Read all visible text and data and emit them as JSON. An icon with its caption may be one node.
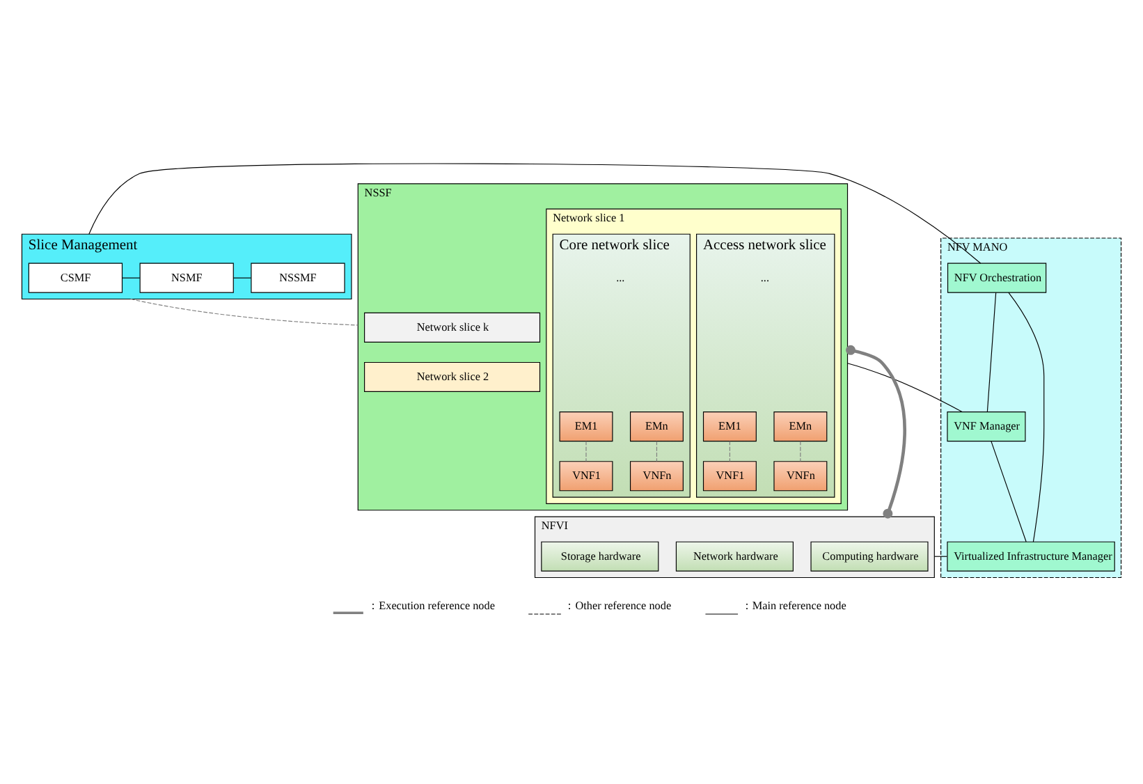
{
  "diagram": {
    "nodes": [
      {
        "text": [
          "Slice Management"
        ]
      },
      {
        "text": [
          "CSMF"
        ],
        "in": 0
      },
      {
        "text": [
          "NSMF"
        ],
        "in": 0
      },
      {
        "text": [
          "NSSMF"
        ],
        "in": 0
      },
      {
        "text": [
          "NFV MANO"
        ]
      },
      {
        "text": [
          "NFV Orchestration"
        ],
        "in": 4
      },
      {
        "text": [
          "VNF Manager"
        ],
        "in": 4
      },
      {
        "text": [
          "Virtualized Infrastructure Manager"
        ],
        "in": 4
      },
      {
        "text": [
          "NSSF"
        ]
      },
      {
        "text": [
          "Network slice k"
        ],
        "in": 8
      },
      {
        "text": [
          "Network slice 2"
        ],
        "in": 8
      },
      {
        "text": [
          "Network slice 1"
        ],
        "in": 8
      },
      {
        "text": [
          "Access network slice"
        ],
        "in": 11
      },
      {
        "text": [
          "EM1"
        ],
        "in": 12
      },
      {
        "text": [
          "EMn"
        ],
        "in": 12
      },
      {
        "text": [
          "VNF1"
        ],
        "in": 12
      },
      {
        "text": [
          "VNFn"
        ],
        "in": 12
      },
      {
        "text": [
          "Core network slice"
        ],
        "in": 11
      },
      {
        "text": [
          "EM1"
        ],
        "in": 17
      },
      {
        "text": [
          "EMn"
        ],
        "in": 17
      },
      {
        "text": [
          "VNF1"
        ],
        "in": 17
      },
      {
        "text": [
          "VNFn"
        ],
        "in": 17
      },
      {
        "text": [
          "NFVI"
        ]
      },
      {
        "text": [
          "Computing hardware"
        ],
        "in": 22
      },
      {
        "text": [
          "Storage hardware"
        ],
        "in": 22
      },
      {
        "text": [
          "Network hardware"
        ],
        "in": 22
      }
    ],
    "edges": [
      {
        "from": 1,
        "to": 2,
        "arrow": "none"
      },
      {
        "from": 2,
        "to": 3,
        "arrow": "none"
      },
      {
        "from": 0,
        "to": 5,
        "arrow": "none"
      },
      {
        "from": 0,
        "to": 8,
        "arrow": "none",
        "style": "dashed",
        "color": "#808080"
      },
      {
        "from": 8,
        "to": 6,
        "arrow": "none"
      },
      {
        "from": 8,
        "to": 22,
        "arrow": "other",
        "style": "thick",
        "color": "#808080"
      },
      {
        "from": 22,
        "to": 7,
        "arrow": "none"
      },
      {
        "from": 5,
        "to": 6,
        "arrow": "none"
      },
      {
        "from": 6,
        "to": 7,
        "arrow": "none"
      },
      {
        "from": 5,
        "to": 7,
        "arrow": "none"
      },
      {
        "from": 13,
        "to": 15,
        "arrow": "none",
        "style": "dashed",
        "color": "#808080"
      },
      {
        "from": 14,
        "to": 16,
        "arrow": "none",
        "style": "dashed",
        "color": "#808080"
      },
      {
        "from": 18,
        "to": 20,
        "arrow": "none",
        "style": "dashed",
        "color": "#808080"
      },
      {
        "from": 19,
        "to": 21,
        "arrow": "none",
        "style": "dashed",
        "color": "#808080"
      }
    ],
    "labels": [
      "...",
      "..."
    ],
    "legend": [
      {
        "text": "：Execution reference node"
      },
      {
        "text": "：Other reference node"
      },
      {
        "text": "：Main reference node"
      }
    ]
  }
}
